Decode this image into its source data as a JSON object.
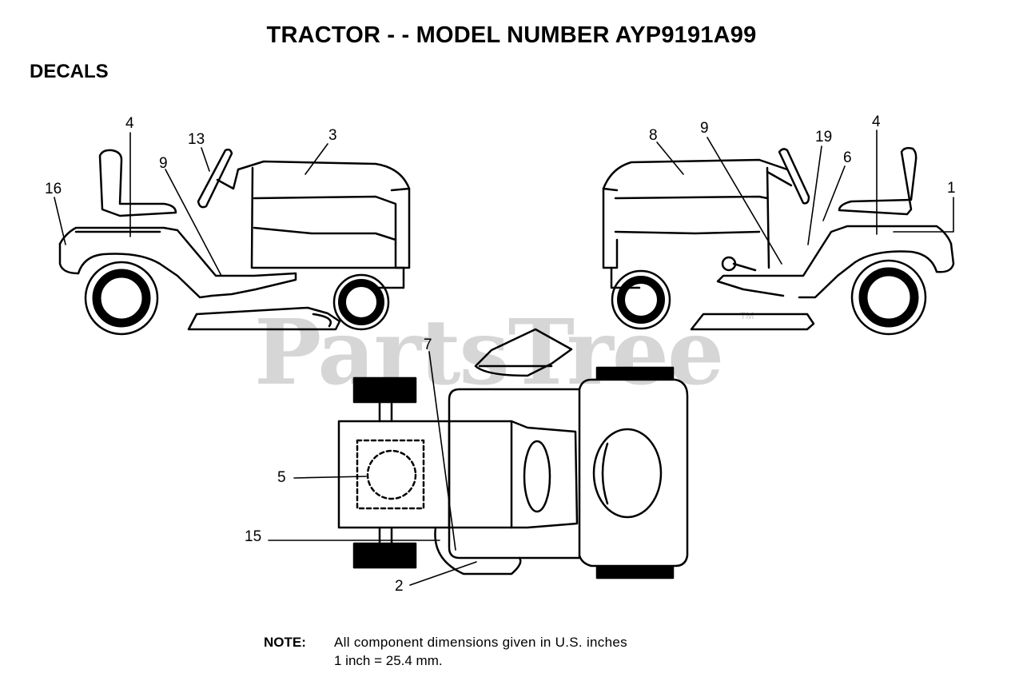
{
  "header": {
    "title": "TRACTOR - - MODEL NUMBER AYP9191A99",
    "section": "DECALS"
  },
  "watermark": {
    "text": "PartsTree",
    "tm": "TM"
  },
  "callouts": {
    "c16": "16",
    "c4a": "4",
    "c13": "13",
    "c9a": "9",
    "c3": "3",
    "c8": "8",
    "c9b": "9",
    "c19": "19",
    "c4b": "4",
    "c6": "6",
    "c1": "1",
    "c7": "7",
    "c5": "5",
    "c15": "15",
    "c2": "2"
  },
  "note": {
    "label": "NOTE:",
    "line1": "All component dimensions given in U.S. inches",
    "line2": "1 inch = 25.4 mm."
  }
}
